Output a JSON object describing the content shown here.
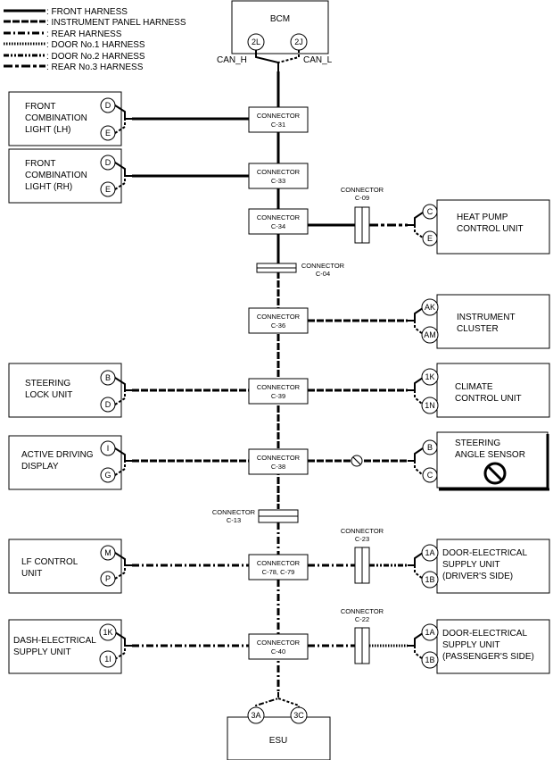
{
  "legend": [
    {
      "label": ": FRONT HARNESS"
    },
    {
      "label": ": INSTRUMENT PANEL HARNESS"
    },
    {
      "label": ": REAR HARNESS"
    },
    {
      "label": ": DOOR No.1 HARNESS"
    },
    {
      "label": ": DOOR No.2 HARNESS"
    },
    {
      "label": ": REAR No.3 HARNESS"
    }
  ],
  "bcm": {
    "name": "BCM",
    "pin_left": "2L",
    "pin_right": "2J",
    "can_h": "CAN_H",
    "can_l": "CAN_L"
  },
  "esu": {
    "name": "ESU",
    "pin_left": "3A",
    "pin_right": "3C"
  },
  "left_units": [
    {
      "lines": [
        "FRONT",
        "COMBINATION",
        "LIGHT (LH)"
      ],
      "pin_top": "D",
      "pin_bottom": "E"
    },
    {
      "lines": [
        "FRONT",
        "COMBINATION",
        "LIGHT (RH)"
      ],
      "pin_top": "D",
      "pin_bottom": "E"
    },
    {
      "lines": [
        "STEERING",
        "LOCK UNIT"
      ],
      "pin_top": "B",
      "pin_bottom": "D"
    },
    {
      "lines": [
        "ACTIVE DRIVING",
        "DISPLAY"
      ],
      "pin_top": "I",
      "pin_bottom": "G"
    },
    {
      "lines": [
        "LF CONTROL",
        "UNIT"
      ],
      "pin_top": "M",
      "pin_bottom": "P"
    },
    {
      "lines": [
        "DASH-ELECTRICAL",
        "SUPPLY UNIT"
      ],
      "pin_top": "1K",
      "pin_bottom": "1I"
    }
  ],
  "right_units": [
    {
      "lines": [
        "HEAT PUMP",
        "CONTROL UNIT"
      ],
      "pin_top": "C",
      "pin_bottom": "E"
    },
    {
      "lines": [
        "INSTRUMENT",
        "CLUSTER"
      ],
      "pin_top": "AK",
      "pin_bottom": "AM"
    },
    {
      "lines": [
        "CLIMATE",
        "CONTROL UNIT"
      ],
      "pin_top": "1K",
      "pin_bottom": "1N"
    },
    {
      "lines": [
        "STEERING",
        "ANGLE SENSOR"
      ],
      "pin_top": "B",
      "pin_bottom": "C"
    },
    {
      "lines": [
        "DOOR-ELECTRICAL",
        "SUPPLY UNIT",
        "(DRIVER'S SIDE)"
      ],
      "pin_top": "1A",
      "pin_bottom": "1B"
    },
    {
      "lines": [
        "DOOR-ELECTRICAL",
        "SUPPLY UNIT",
        "(PASSENGER'S SIDE)"
      ],
      "pin_top": "1A",
      "pin_bottom": "1B"
    }
  ],
  "connectors": [
    {
      "title": "CONNECTOR",
      "id": "C-31"
    },
    {
      "title": "CONNECTOR",
      "id": "C-33"
    },
    {
      "title": "CONNECTOR",
      "id": "C-34"
    },
    {
      "title": "CONNECTOR",
      "id": "C-36"
    },
    {
      "title": "CONNECTOR",
      "id": "C-39"
    },
    {
      "title": "CONNECTOR",
      "id": "C-38"
    },
    {
      "title": "CONNECTOR",
      "id": "C-78, C-79"
    },
    {
      "title": "CONNECTOR",
      "id": "C-40"
    }
  ],
  "inline_connectors": [
    {
      "title": "CONNECTOR",
      "id": "C-09"
    },
    {
      "title": "CONNECTOR",
      "id": "C-04"
    },
    {
      "title": "CONNECTOR",
      "id": "C-13"
    },
    {
      "title": "CONNECTOR",
      "id": "C-23"
    },
    {
      "title": "CONNECTOR",
      "id": "C-22"
    }
  ],
  "icons": {
    "prohibited": "prohibited-icon"
  }
}
